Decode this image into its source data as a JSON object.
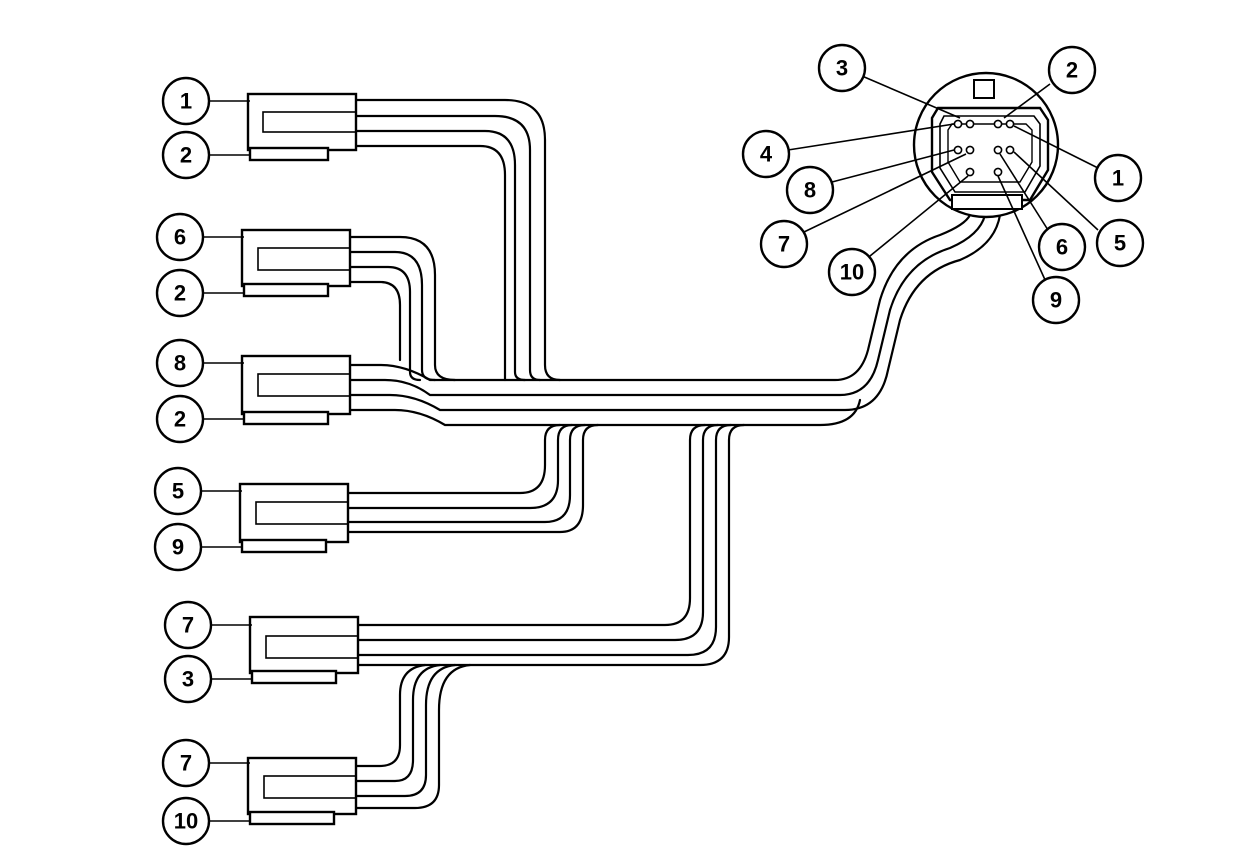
{
  "callouts": {
    "c1": "1",
    "c2": "2",
    "c3": "6",
    "c4": "2",
    "c5": "8",
    "c6": "2",
    "c7": "5",
    "c8": "9",
    "c9": "7",
    "c10": "3",
    "c11": "7",
    "c12": "10",
    "p3": "3",
    "p2": "2",
    "p4": "4",
    "p1": "1",
    "p8": "8",
    "p5": "5",
    "p7": "7",
    "p6": "6",
    "p10": "10",
    "p9": "9"
  }
}
